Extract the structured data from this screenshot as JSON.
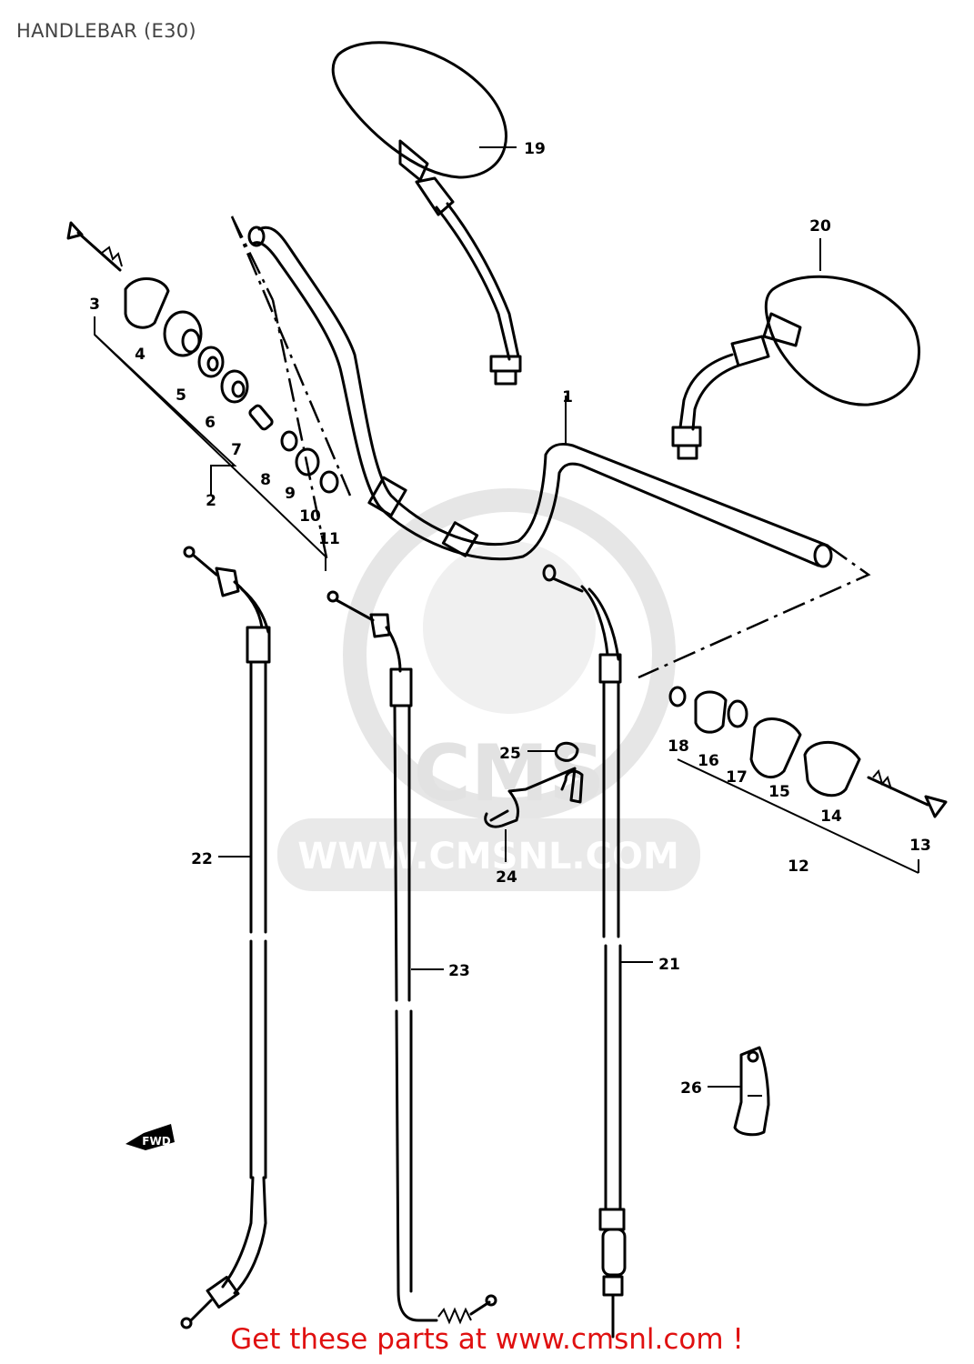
{
  "title": "HANDLEBAR (E30)",
  "watermark": {
    "logo_text": "CMS",
    "url_text": "WWW.CMSNL.COM"
  },
  "callouts": [
    {
      "id": "1",
      "label": "1"
    },
    {
      "id": "2",
      "label": "2"
    },
    {
      "id": "3",
      "label": "3"
    },
    {
      "id": "4",
      "label": "4"
    },
    {
      "id": "5",
      "label": "5"
    },
    {
      "id": "6",
      "label": "6"
    },
    {
      "id": "7",
      "label": "7"
    },
    {
      "id": "8",
      "label": "8"
    },
    {
      "id": "9",
      "label": "9"
    },
    {
      "id": "10",
      "label": "10"
    },
    {
      "id": "11",
      "label": "11"
    },
    {
      "id": "12",
      "label": "12"
    },
    {
      "id": "13",
      "label": "13"
    },
    {
      "id": "14",
      "label": "14"
    },
    {
      "id": "15",
      "label": "15"
    },
    {
      "id": "16",
      "label": "16"
    },
    {
      "id": "17",
      "label": "17"
    },
    {
      "id": "18",
      "label": "18"
    },
    {
      "id": "19",
      "label": "19"
    },
    {
      "id": "20",
      "label": "20"
    },
    {
      "id": "21",
      "label": "21"
    },
    {
      "id": "22",
      "label": "22"
    },
    {
      "id": "23",
      "label": "23"
    },
    {
      "id": "24",
      "label": "24"
    },
    {
      "id": "25",
      "label": "25"
    },
    {
      "id": "26",
      "label": "26"
    }
  ],
  "footer": {
    "cta": "Get these parts at www.cmsnl.com !"
  }
}
